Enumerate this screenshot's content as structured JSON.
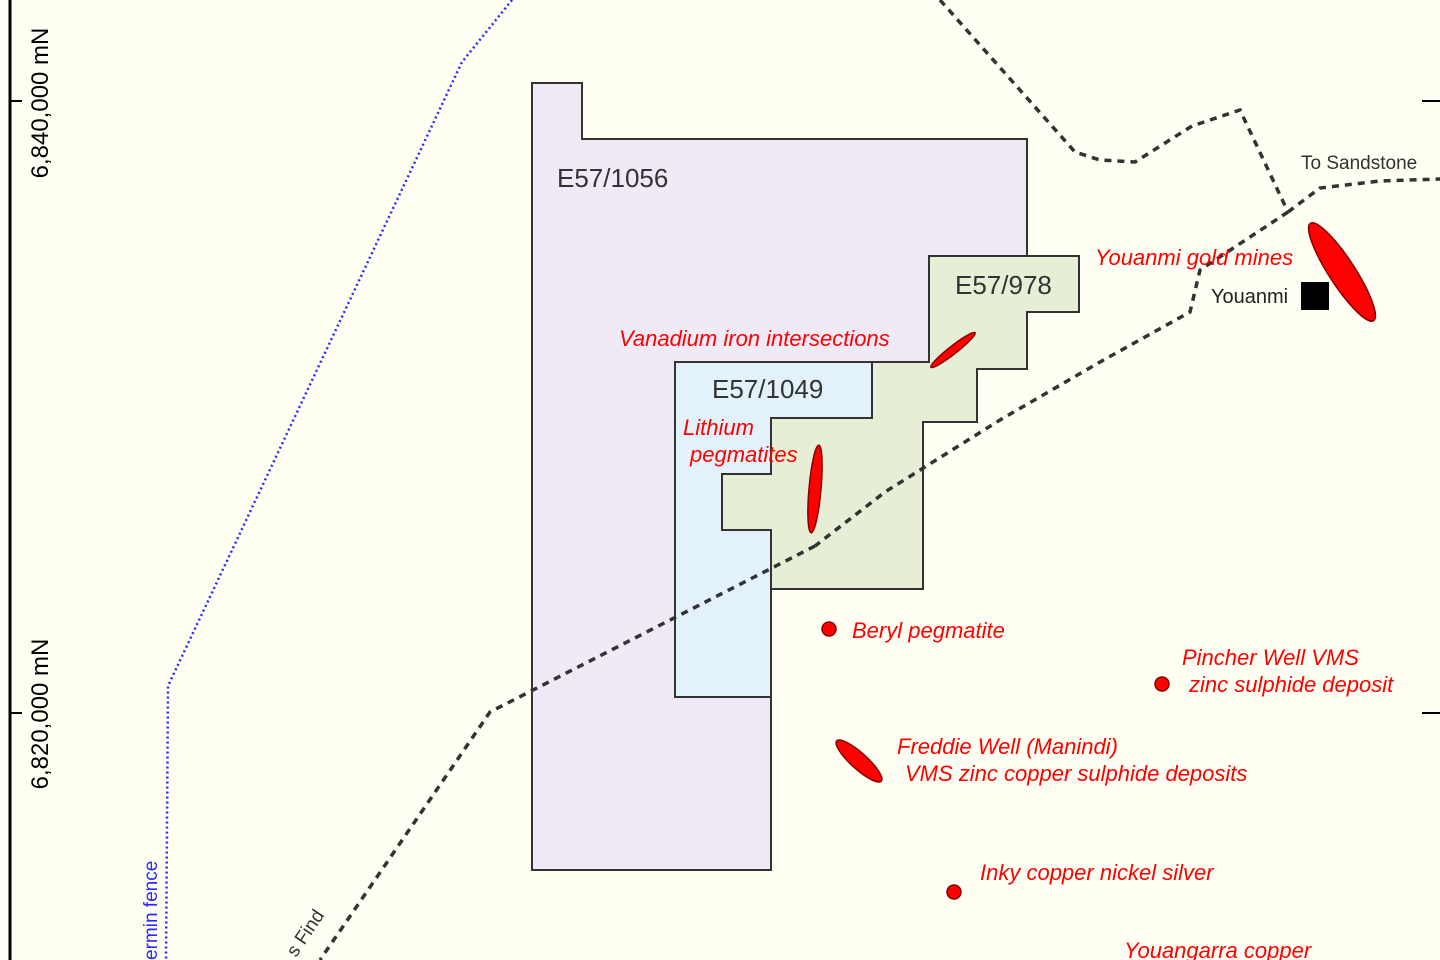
{
  "grid": {
    "northing_top": "6,840,000 mN",
    "northing_bottom": "6,820,000 mN"
  },
  "tenements": [
    {
      "id": "E57/1056",
      "fill": "#efeaf6"
    },
    {
      "id": "E57/978",
      "fill": "#e6efd6"
    },
    {
      "id": "E57/1049",
      "fill": "#e2f1fa"
    }
  ],
  "features": {
    "youanmi_gold_mines": "Youanmi gold mines",
    "vanadium_iron": "Vanadium iron intersections",
    "lithium_line1": "Lithium",
    "lithium_line2": "pegmatites",
    "beryl": "Beryl pegmatite",
    "pincher_line1": "Pincher Well VMS",
    "pincher_line2": "zinc sulphide deposit",
    "freddie_line1": "Freddie Well (Manindi)",
    "freddie_line2": "VMS zinc copper sulphide deposits",
    "inky": "Inky copper nickel silver",
    "youangarra": "Youangarra copper"
  },
  "places": {
    "youanmi_town": "Youanmi",
    "to_sandstone": "To Sandstone",
    "road_sw": "s Find",
    "fence": "ermin fence"
  },
  "colors": {
    "deposit": "#ff0000",
    "road": "#333333",
    "fence": "#2a2aff",
    "background": "#fffff3"
  }
}
